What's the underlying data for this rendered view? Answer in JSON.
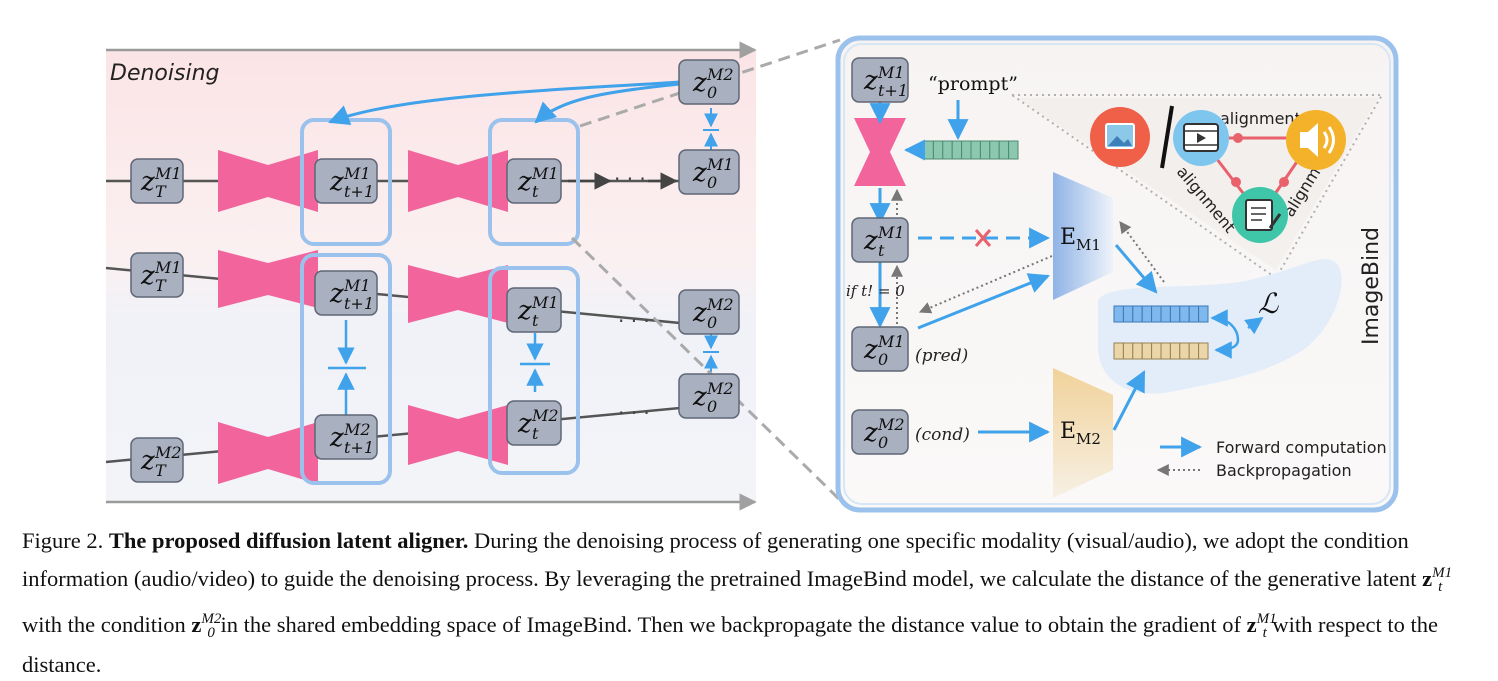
{
  "left_panel": {
    "title": "Denoising",
    "nodes": {
      "zT_M1_top": {
        "base": "z",
        "sup": "M1",
        "sub": "T"
      },
      "zt1_M1_top": {
        "base": "z",
        "sup": "M1",
        "sub": "t+1"
      },
      "zt_M1_top": {
        "base": "z",
        "sup": "M1",
        "sub": "t"
      },
      "z0_M2_top": {
        "base": "z",
        "sup": "M2",
        "sub": "0"
      },
      "z0_M1_top": {
        "base": "z",
        "sup": "M1",
        "sub": "0"
      },
      "zT_M1_mid": {
        "base": "z",
        "sup": "M1",
        "sub": "T"
      },
      "zt1_M1_mid": {
        "base": "z",
        "sup": "M1",
        "sub": "t+1"
      },
      "zt_M1_mid": {
        "base": "z",
        "sup": "M1",
        "sub": "t"
      },
      "z0_M2_mid": {
        "base": "z",
        "sup": "M2",
        "sub": "0"
      },
      "z0_M2_low": {
        "base": "z",
        "sup": "M2",
        "sub": "0"
      },
      "zT_M2_bot": {
        "base": "z",
        "sup": "M2",
        "sub": "T"
      },
      "zt1_M2_bot": {
        "base": "z",
        "sup": "M2",
        "sub": "t+1"
      },
      "zt_M2_bot": {
        "base": "z",
        "sup": "M2",
        "sub": "t"
      }
    }
  },
  "right_panel": {
    "prompt": "“prompt”",
    "node_zt1": {
      "base": "z",
      "sup": "M1",
      "sub": "t+1"
    },
    "node_zt": {
      "base": "z",
      "sup": "M1",
      "sub": "t"
    },
    "node_z0pred": {
      "base": "z",
      "sup": "M1",
      "sub": "0"
    },
    "node_z0cond": {
      "base": "z",
      "sup": "M2",
      "sub": "0"
    },
    "pred_label": "(pred)",
    "cond_label": "(cond)",
    "if_label": "if t! = 0",
    "encoder_m1": {
      "base": "E",
      "sub": "M1"
    },
    "encoder_m2": {
      "base": "E",
      "sub": "M2"
    },
    "loss_symbol": "ℒ",
    "imagebind_label": "ImageBind",
    "alignment_labels": [
      "alignment",
      "alignment",
      "alignment"
    ],
    "legend": {
      "forward": "Forward computation",
      "backward": "Backpropagation"
    },
    "icons": [
      "image-icon",
      "video-icon",
      "speaker-icon",
      "document-icon"
    ]
  },
  "colors": {
    "blue_arrow": "#3fa2ea",
    "pink_unet": "#f2649c",
    "node_fill": "#a9b0c0",
    "frame_blue": "#9bc2ec",
    "red_link": "#e8616b",
    "teal_bar": "#8cc8b0",
    "m2_encoder": "#e8cc90",
    "m1_encoder": "#8fb3e6"
  },
  "caption": {
    "figure_label": "Figure 2.",
    "bold_title": "The proposed diffusion latent aligner.",
    "part1": " During the denoising process of generating one specific modality (visual/audio), we adopt the condition information (audio/video) to guide the denoising process. By leveraging the pretrained ImageBind model, we calculate the distance of the generative latent ",
    "part2": " with the condition ",
    "part3": " in the shared embedding space of ImageBind. Then we backpropagate the distance value to obtain the gradient of ",
    "part4": " with respect to the distance.",
    "latent_zt": {
      "base": "z",
      "sup": "M1",
      "sub": "t"
    },
    "latent_z0": {
      "base": "z",
      "sup": "M2",
      "sub": "0"
    }
  }
}
